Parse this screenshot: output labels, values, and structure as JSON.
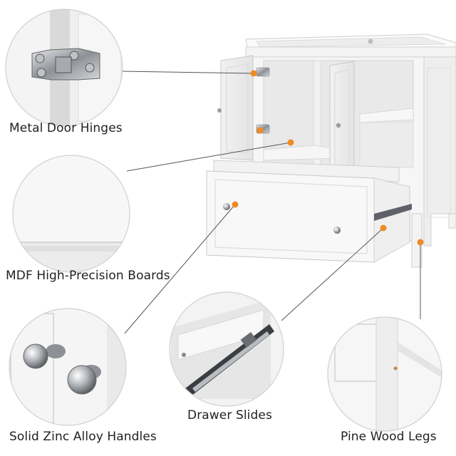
{
  "features": {
    "hinges": {
      "label": "Metal Door Hinges",
      "icon": "door-hinge-icon"
    },
    "mdf": {
      "label": "MDF High-Precision Boards",
      "icon": "board-icon"
    },
    "handles": {
      "label": "Solid Zinc Alloy Handles",
      "icon": "knob-icon"
    },
    "slides": {
      "label": "Drawer Slides",
      "icon": "drawer-slide-icon"
    },
    "legs": {
      "label": "Pine Wood Legs",
      "icon": "leg-icon"
    }
  },
  "colors": {
    "callout_dot": "#f08a24",
    "leader_line": "#555555",
    "cabinet_white": "#f7f7f7",
    "metal": "#9a9ea3"
  }
}
